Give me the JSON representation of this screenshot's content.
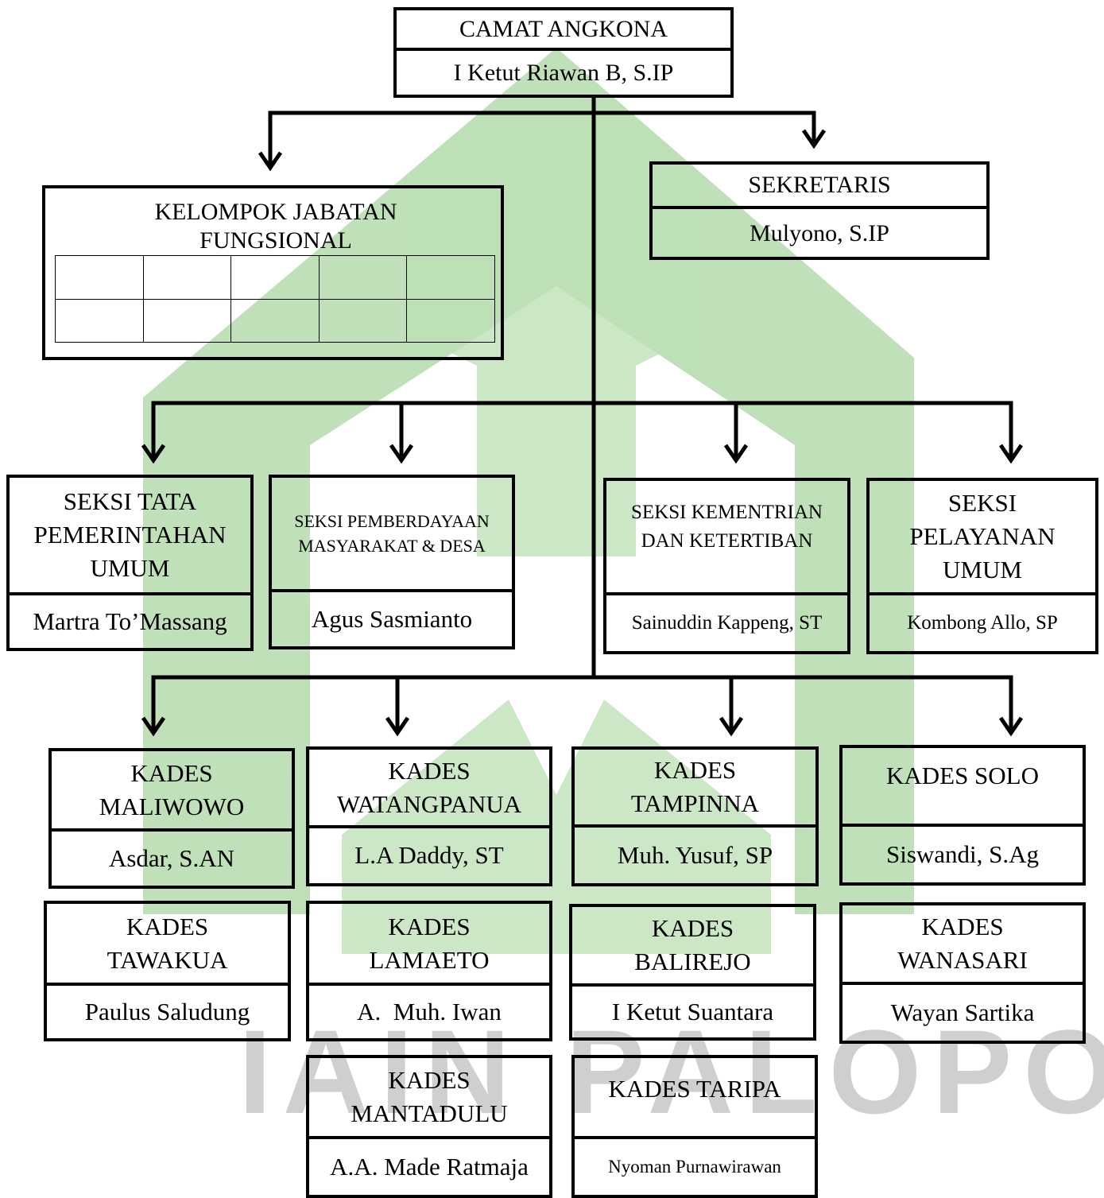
{
  "watermark_text": "IAIN PALOPO",
  "colors": {
    "watermark_green": "#b8ddb0",
    "watermark_gray": "#cfcfcf",
    "line": "#000000"
  },
  "camat": {
    "title": "CAMAT ANGKONA",
    "name": "I Ketut Riawan B, S.IP"
  },
  "sekretaris": {
    "title": "SEKRETARIS",
    "name": "Mulyono, S.IP"
  },
  "fungsional": {
    "title": "KELOMPOK JABATAN FUNGSIONAL"
  },
  "seksi": [
    {
      "title": "SEKSI TATA PEMERINTAHAN UMUM",
      "name": "Martra To’Massang"
    },
    {
      "title": "SEKSI PEMBERDAYAAN MASYARAKAT & DESA",
      "name": "Agus Sasmianto"
    },
    {
      "title": "SEKSI KEMENTRIAN DAN KETERTIBAN",
      "name": "Sainuddin Kappeng, ST"
    },
    {
      "title": "SEKSI PELAYANAN UMUM",
      "name": "Kombong Allo, SP"
    }
  ],
  "kades": [
    {
      "title": "KADES MALIWOWO",
      "name": "Asdar, S.AN"
    },
    {
      "title": "KADES WATANGPANUA",
      "name": "L.A Daddy, ST"
    },
    {
      "title": "KADES TAMPINNA",
      "name": "Muh. Yusuf, SP"
    },
    {
      "title": "KADES SOLO",
      "name": "Siswandi, S.Ag"
    },
    {
      "title": "KADES TAWAKUA",
      "name": "Paulus Saludung"
    },
    {
      "title": "KADES LAMAETO",
      "name": "A.  Muh. Iwan"
    },
    {
      "title": "KADES BALIREJO",
      "name": "I Ketut Suantara"
    },
    {
      "title": "KADES WANASARI",
      "name": "Wayan Sartika"
    },
    {
      "title": "KADES MANTADULU",
      "name": "A.A. Made Ratmaja"
    },
    {
      "title": "KADES TARIPA",
      "name": "Nyoman Purnawirawan"
    }
  ]
}
